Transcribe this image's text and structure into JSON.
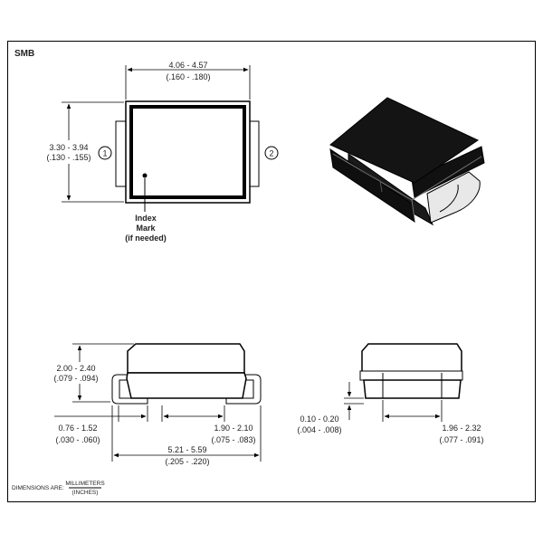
{
  "package": {
    "name": "SMB"
  },
  "top_view": {
    "width_mm": "4.06 - 4.57",
    "width_in": "(.160 - .180)",
    "height_mm": "3.30 - 3.94",
    "height_in": "(.130 - .155)",
    "pin1": "1",
    "pin2": "2",
    "index_label": [
      "Index",
      "Mark",
      "(if needed)"
    ]
  },
  "side_view": {
    "height_mm": "2.00 - 2.40",
    "height_in": "(.079 - .094)",
    "lead_mm": "0.76 - 1.52",
    "lead_in": "(.030 - .060)",
    "pad_mm": "1.90 - 2.10",
    "pad_in": "(.075 - .083)",
    "overall_mm": "5.21 - 5.59",
    "overall_in": "(.205 - .220)"
  },
  "end_view": {
    "thick_mm": "0.10 - 0.20",
    "thick_in": "(.004 - .008)",
    "width_mm": "1.96 - 2.32",
    "width_in": "(.077 - .091)"
  },
  "footer": {
    "prefix": "DIMENSIONS ARE:",
    "numerator": "MILLIMETERS",
    "denominator": "(INCHES)"
  }
}
